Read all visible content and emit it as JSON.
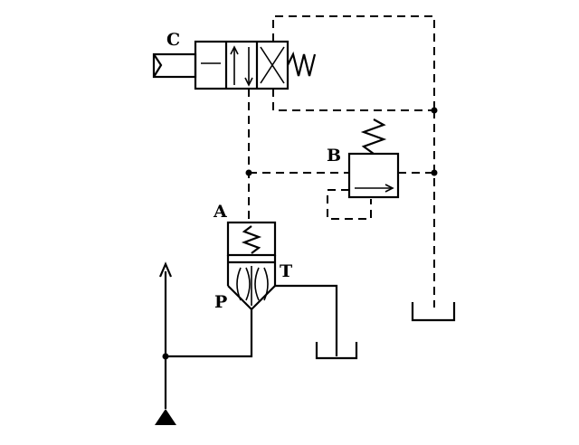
{
  "diagram": {
    "labels": {
      "solenoid_valve": "C",
      "relief_valve": "B",
      "logic_valve": "A",
      "port_p": "P",
      "port_t": "T"
    }
  }
}
